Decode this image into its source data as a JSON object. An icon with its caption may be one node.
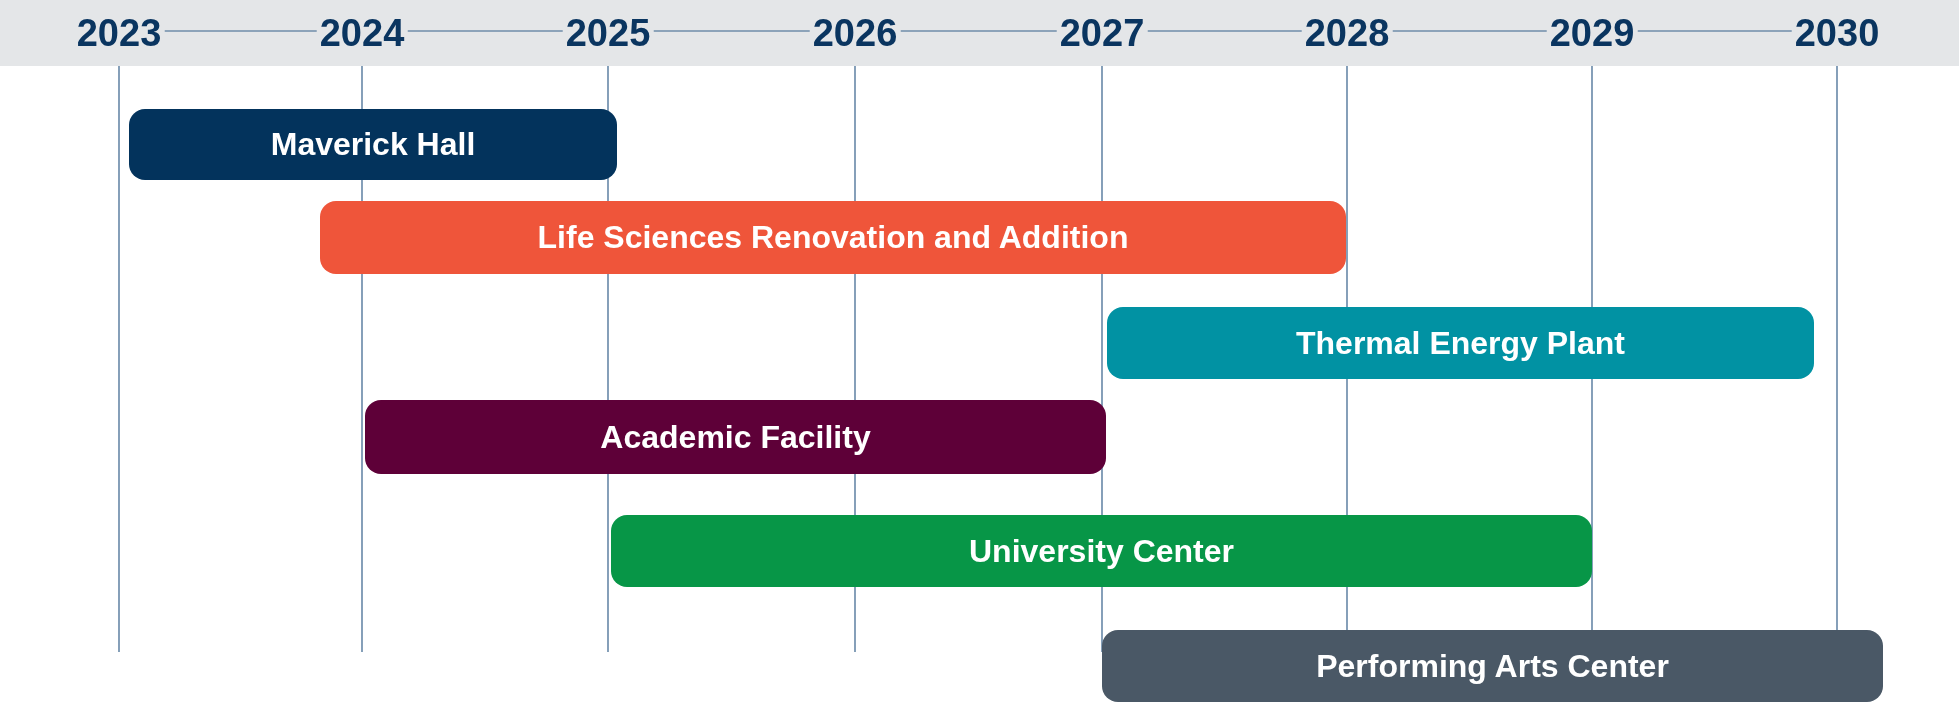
{
  "diagram": {
    "nodes": [
      {
        "text": [
          "Maverick Hall"
        ]
      },
      {
        "text": [
          "Life Sciences Renovation and Addition"
        ]
      },
      {
        "text": [
          "Thermal Energy Plant"
        ]
      },
      {
        "text": [
          "Academic Facility"
        ]
      },
      {
        "text": [
          "University Center"
        ]
      },
      {
        "text": [
          "Performing Arts Center"
        ]
      }
    ],
    "edges": [],
    "labels": [
      "2023",
      "2024",
      "2025",
      "2026",
      "2027",
      "2028",
      "2029",
      "2030"
    ]
  }
}
